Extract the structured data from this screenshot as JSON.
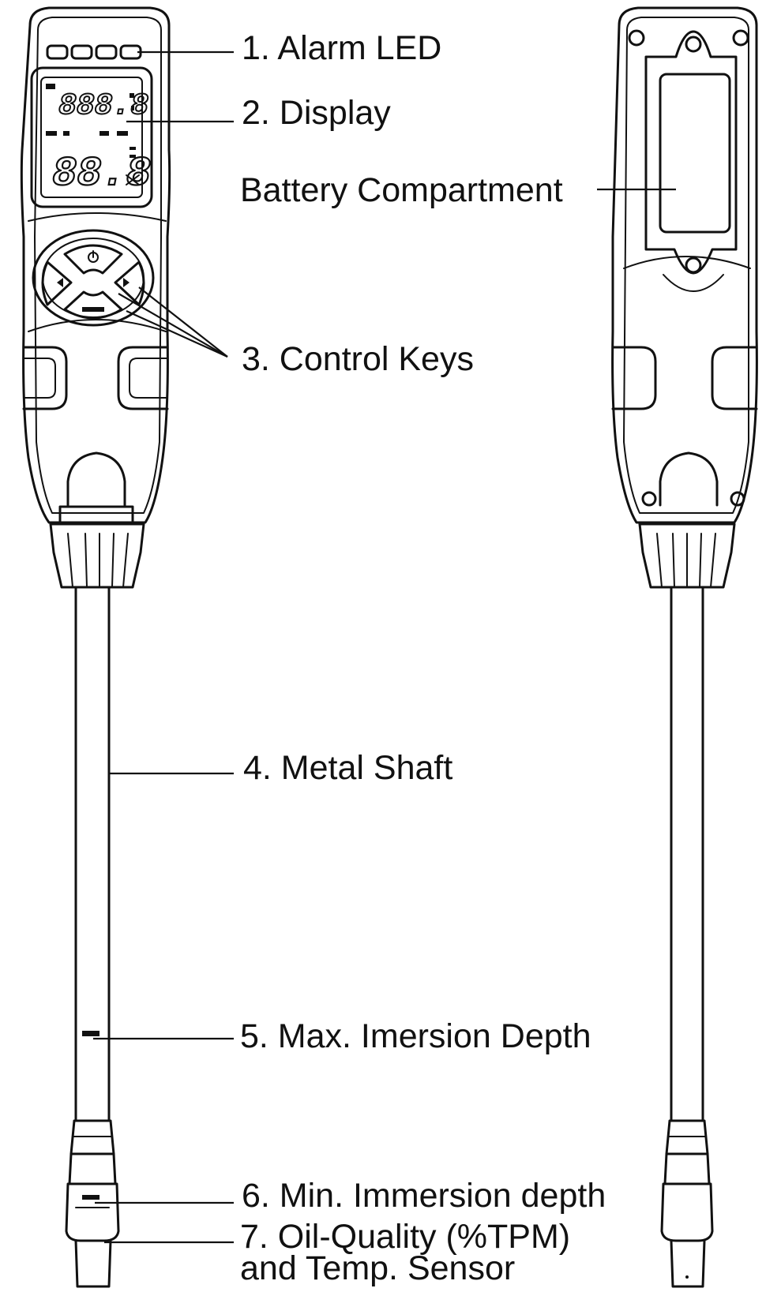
{
  "labels": {
    "alarm_led": "1. Alarm LED",
    "display": "2. Display",
    "battery": "Battery Compartment",
    "control_keys": "3. Control Keys",
    "metal_shaft": "4. Metal Shaft",
    "max_depth": "5. Max. Imersion Depth",
    "min_depth": "6. Min. Immersion depth",
    "sensor_line1": "7. Oil-Quality (%TPM)",
    "sensor_line2": "and Temp. Sensor"
  },
  "lcd": {
    "top_digits": "888.8",
    "bottom_digits": "88.8"
  }
}
